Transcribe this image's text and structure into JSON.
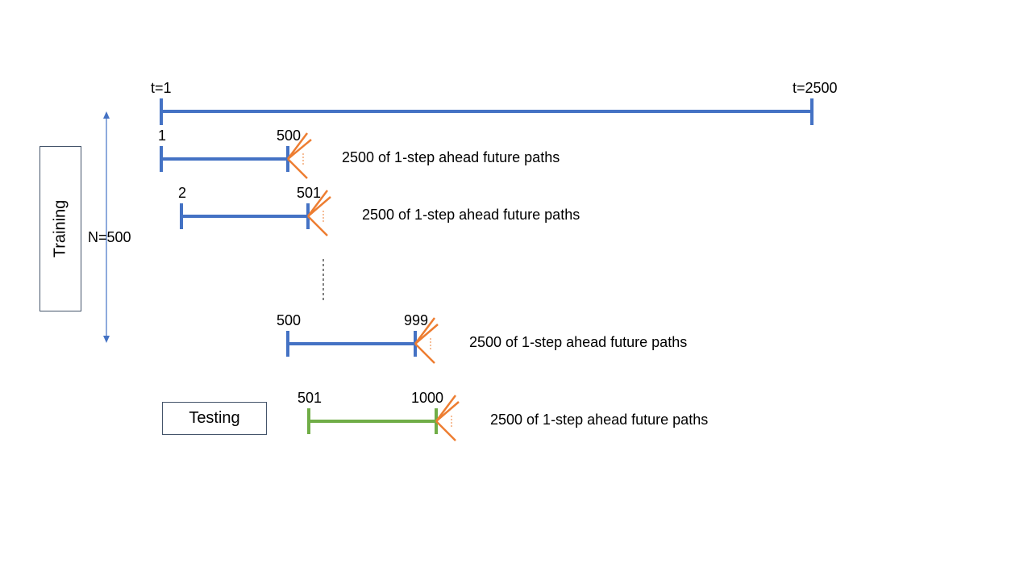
{
  "timeline": {
    "start_label": "t=1",
    "end_label": "t=2500"
  },
  "training": {
    "box_label": "Training",
    "n_label": "N=500",
    "windows": [
      {
        "start": "1",
        "end": "500",
        "paths": "2500 of 1-step ahead future paths"
      },
      {
        "start": "2",
        "end": "501",
        "paths": "2500 of 1-step ahead future paths"
      },
      {
        "start": "500",
        "end": "999",
        "paths": "2500 of 1-step ahead future paths"
      }
    ]
  },
  "testing": {
    "box_label": "Testing",
    "window": {
      "start": "501",
      "end": "1000",
      "paths": "2500 of 1-step ahead future paths"
    }
  },
  "colors": {
    "training": "#4472c4",
    "testing": "#70ad47",
    "paths": "#ed7d31",
    "box_border": "#44546a"
  }
}
